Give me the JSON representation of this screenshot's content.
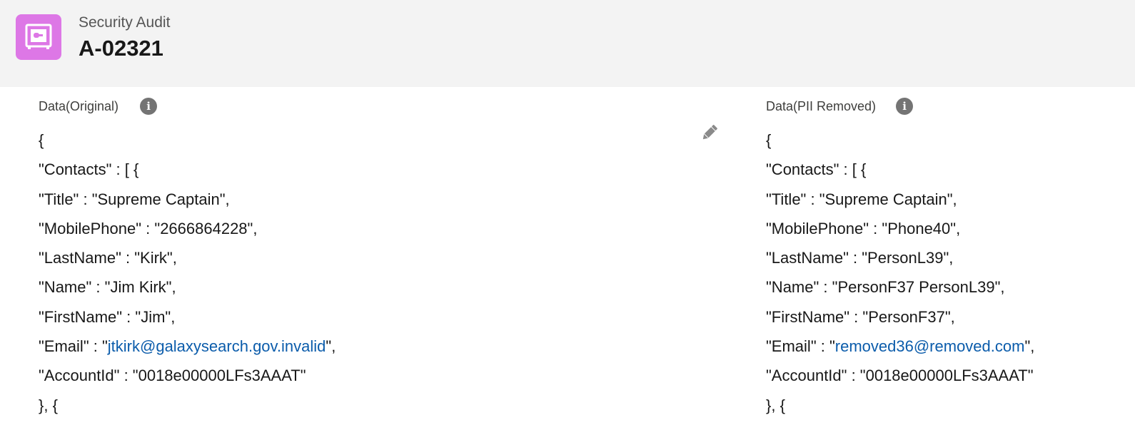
{
  "header": {
    "object_type": "Security Audit",
    "record_name": "A-02321",
    "icon_color": "#dd77e6"
  },
  "original": {
    "label": "Data(Original)",
    "lines": [
      {
        "pre": "{"
      },
      {
        "pre": "\"Contacts\" : [ {"
      },
      {
        "pre": "\"Title\" : \"Supreme Captain\","
      },
      {
        "pre": "\"MobilePhone\" : \"2666864228\","
      },
      {
        "pre": "\"LastName\" : \"Kirk\","
      },
      {
        "pre": "\"Name\" : \"Jim Kirk\","
      },
      {
        "pre": "\"FirstName\" : \"Jim\","
      },
      {
        "pre": "\"Email\" : \"",
        "link": "jtkirk@galaxysearch.gov.invalid",
        "post": "\","
      },
      {
        "pre": "\"AccountId\" : \"0018e00000LFs3AAAT\""
      },
      {
        "pre": "}, {"
      }
    ]
  },
  "pii_removed": {
    "label": "Data(PII Removed)",
    "lines": [
      {
        "pre": "{"
      },
      {
        "pre": "\"Contacts\" : [ {"
      },
      {
        "pre": "\"Title\" : \"Supreme Captain\","
      },
      {
        "pre": "\"MobilePhone\" : \"Phone40\","
      },
      {
        "pre": "\"LastName\" : \"PersonL39\","
      },
      {
        "pre": "\"Name\" : \"PersonF37 PersonL39\","
      },
      {
        "pre": "\"FirstName\" : \"PersonF37\","
      },
      {
        "pre": "\"Email\" : \"",
        "link": "removed36@removed.com",
        "post": "\","
      },
      {
        "pre": "\"AccountId\" : \"0018e00000LFs3AAAT\""
      },
      {
        "pre": "}, {"
      }
    ]
  },
  "info_glyph": "i"
}
